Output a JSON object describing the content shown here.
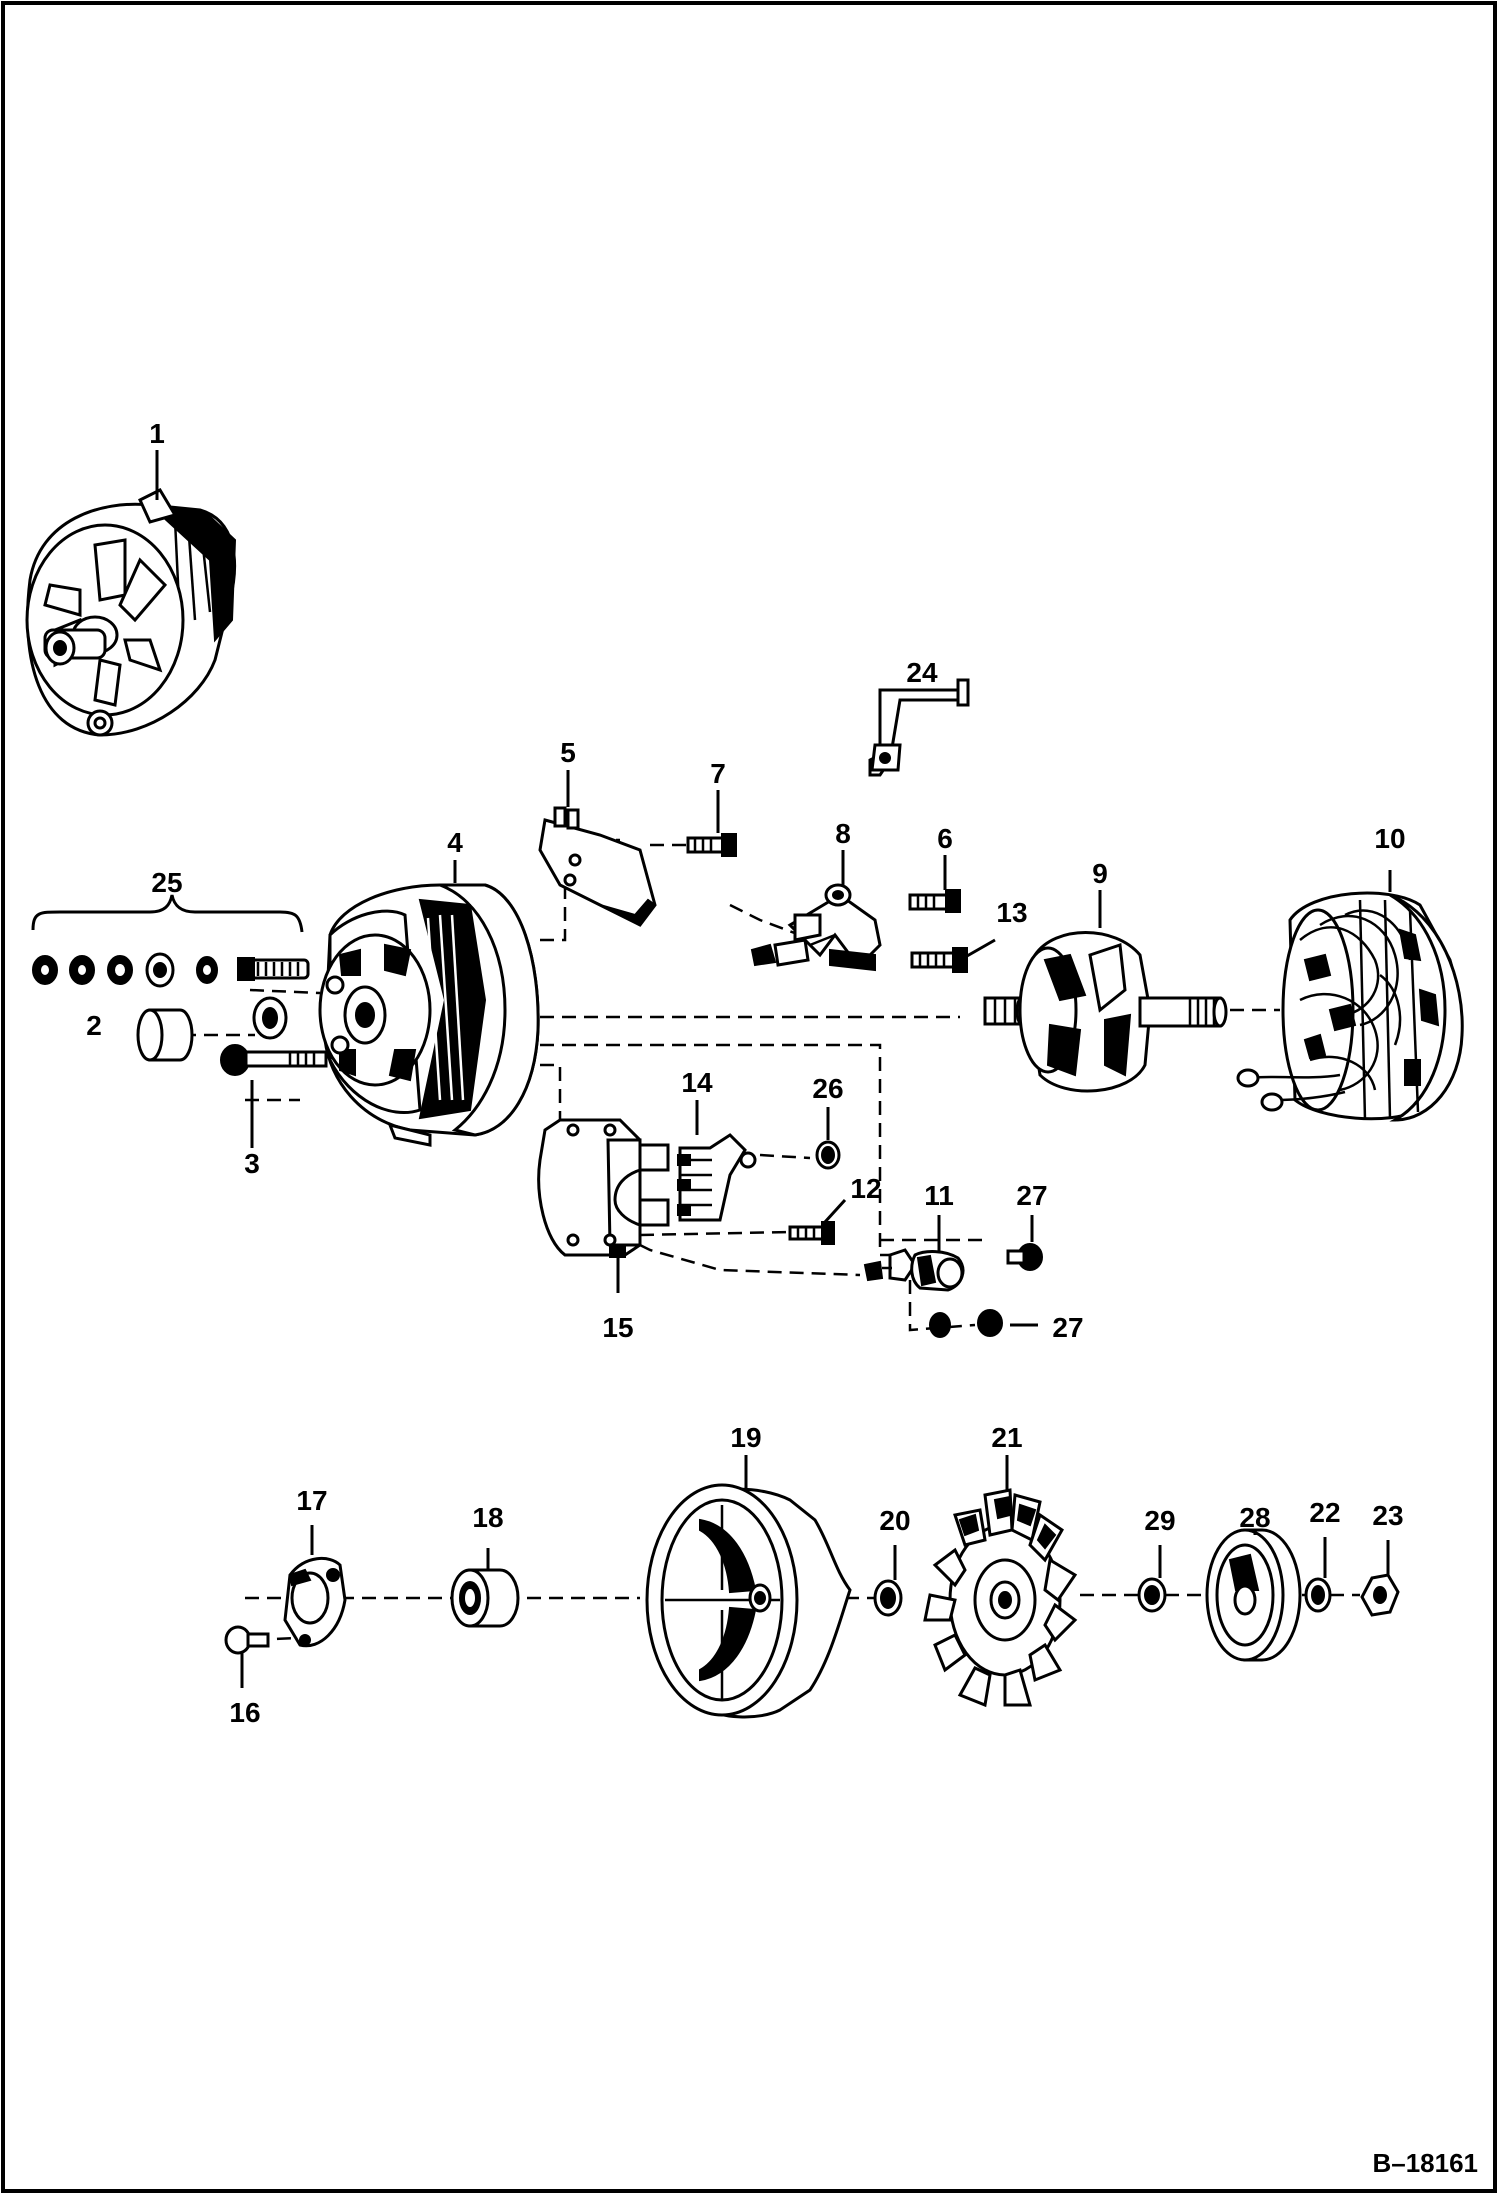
{
  "drawing_id": "B–18161",
  "callouts": [
    {
      "id": "c1",
      "text": "1"
    },
    {
      "id": "c2",
      "text": "2"
    },
    {
      "id": "c3",
      "text": "3"
    },
    {
      "id": "c4",
      "text": "4"
    },
    {
      "id": "c5",
      "text": "5"
    },
    {
      "id": "c6",
      "text": "6"
    },
    {
      "id": "c7",
      "text": "7"
    },
    {
      "id": "c8",
      "text": "8"
    },
    {
      "id": "c9",
      "text": "9"
    },
    {
      "id": "c10",
      "text": "10"
    },
    {
      "id": "c11",
      "text": "11"
    },
    {
      "id": "c12",
      "text": "12"
    },
    {
      "id": "c13",
      "text": "13"
    },
    {
      "id": "c14",
      "text": "14"
    },
    {
      "id": "c15",
      "text": "15"
    },
    {
      "id": "c16",
      "text": "16"
    },
    {
      "id": "c17",
      "text": "17"
    },
    {
      "id": "c18",
      "text": "18"
    },
    {
      "id": "c19",
      "text": "19"
    },
    {
      "id": "c20",
      "text": "20"
    },
    {
      "id": "c21",
      "text": "21"
    },
    {
      "id": "c22",
      "text": "22"
    },
    {
      "id": "c23",
      "text": "23"
    },
    {
      "id": "c24",
      "text": "24"
    },
    {
      "id": "c25",
      "text": "25"
    },
    {
      "id": "c26",
      "text": "26"
    },
    {
      "id": "c27a",
      "text": "27"
    },
    {
      "id": "c27b",
      "text": "27"
    },
    {
      "id": "c28",
      "text": "28"
    },
    {
      "id": "c29",
      "text": "29"
    }
  ]
}
